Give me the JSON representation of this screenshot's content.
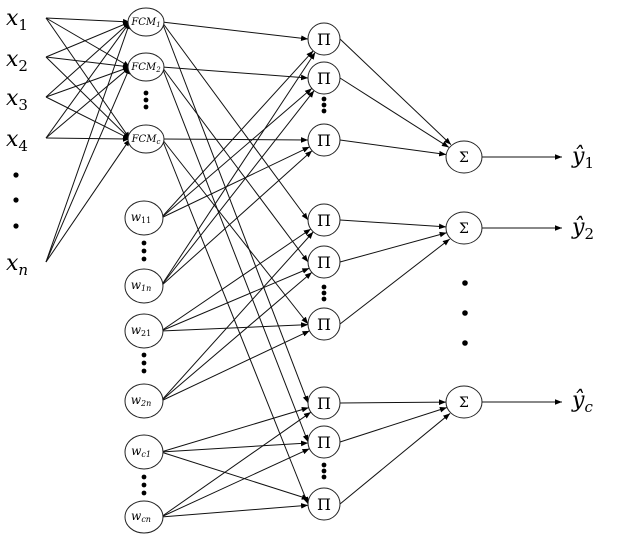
{
  "inputs": [
    {
      "base": "x",
      "sub": "1"
    },
    {
      "base": "x",
      "sub": "2"
    },
    {
      "base": "x",
      "sub": "3"
    },
    {
      "base": "x",
      "sub": "4"
    },
    {
      "base": "x",
      "sub": "n"
    }
  ],
  "fcm_nodes": [
    {
      "base": "FCM",
      "sub": "1"
    },
    {
      "base": "FCM",
      "sub": "2"
    },
    {
      "base": "FCM",
      "sub": "c"
    }
  ],
  "weight_nodes": [
    {
      "base": "w",
      "sub": "11"
    },
    {
      "base": "w",
      "sub": "1n"
    },
    {
      "base": "w",
      "sub": "21"
    },
    {
      "base": "w",
      "sub": "2n"
    },
    {
      "base": "w",
      "sub": "c1"
    },
    {
      "base": "w",
      "sub": "cn"
    }
  ],
  "product_symbol": "Π",
  "sum_symbol": "Σ",
  "outputs": [
    {
      "base": "ŷ",
      "sub": "1"
    },
    {
      "base": "ŷ",
      "sub": "2"
    },
    {
      "base": "ŷ",
      "sub": "c"
    }
  ]
}
